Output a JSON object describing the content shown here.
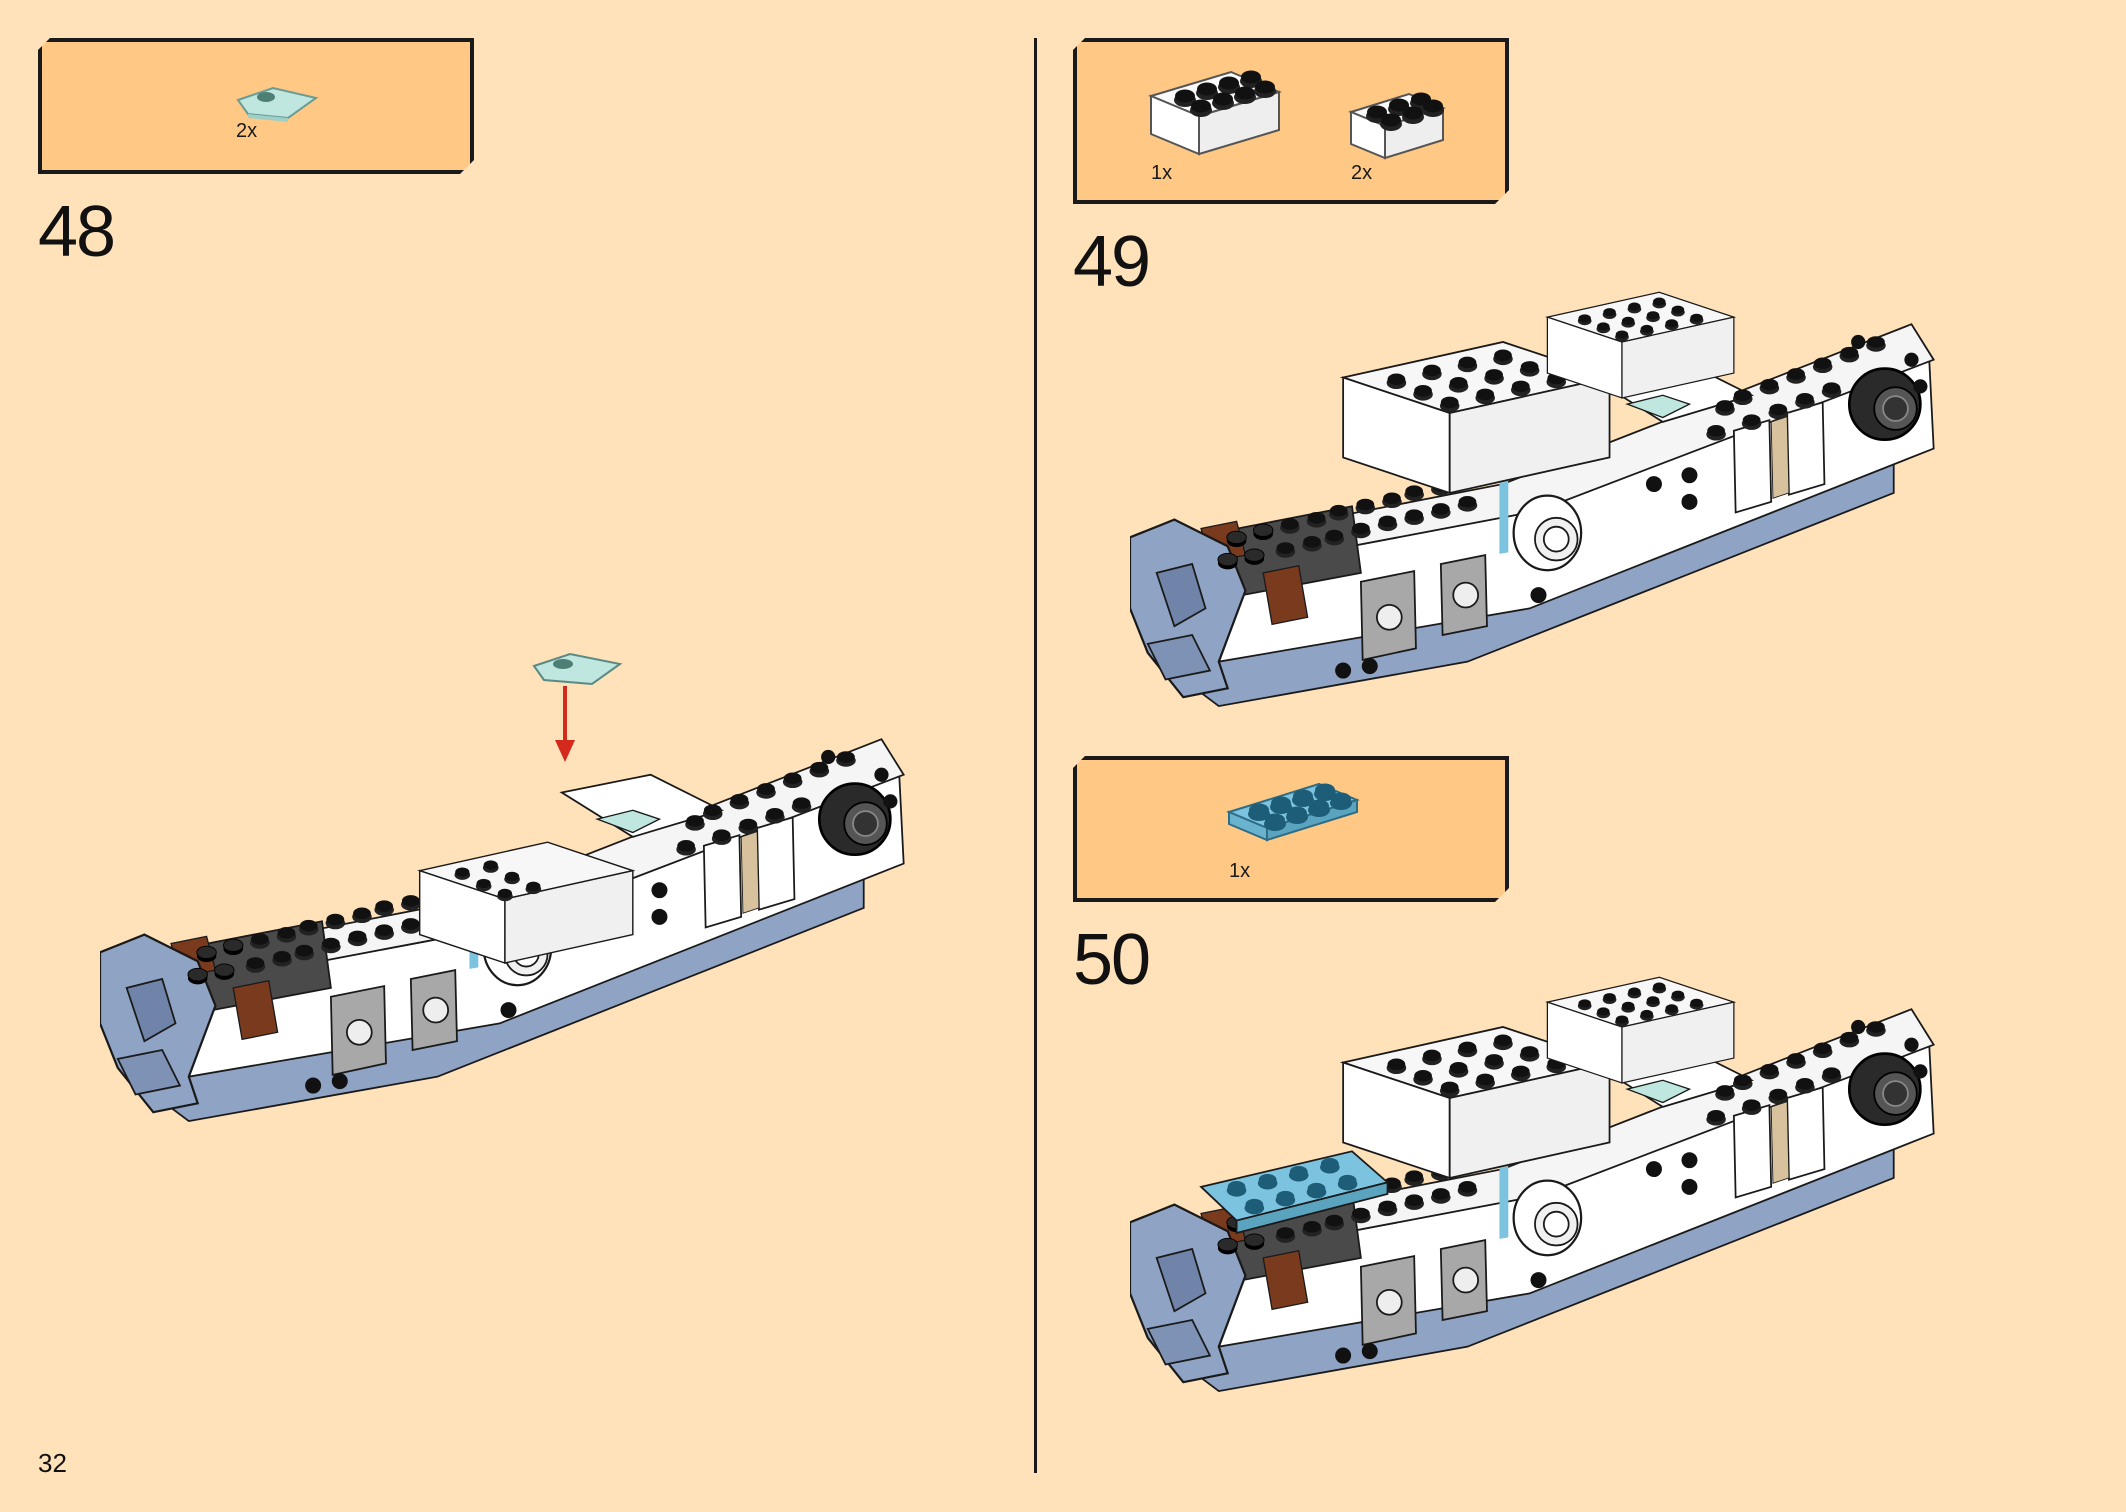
{
  "page": {
    "number": "32"
  },
  "steps": [
    {
      "number": "48",
      "parts": [
        {
          "qty": "2x",
          "icon": "trans-light-blue-wedge-plate"
        }
      ]
    },
    {
      "number": "49",
      "parts": [
        {
          "qty": "1x",
          "icon": "white-brick-2x4"
        },
        {
          "qty": "2x",
          "icon": "white-brick-2x3"
        }
      ]
    },
    {
      "number": "50",
      "parts": [
        {
          "qty": "1x",
          "icon": "medium-azure-plate-2x4"
        }
      ]
    }
  ],
  "colors": {
    "page_bg": "#FFE1BA",
    "callout_bg": "#FFC985",
    "arrow": "#D42A1E",
    "sand_blue": "#8FA3C4",
    "medium_azure": "#7BC3DE",
    "trans_light_blue": "#BFE6DF",
    "reddish_brown": "#7A3A1E",
    "dark_gray": "#4A4A4A",
    "light_gray": "#A8A8A8"
  }
}
